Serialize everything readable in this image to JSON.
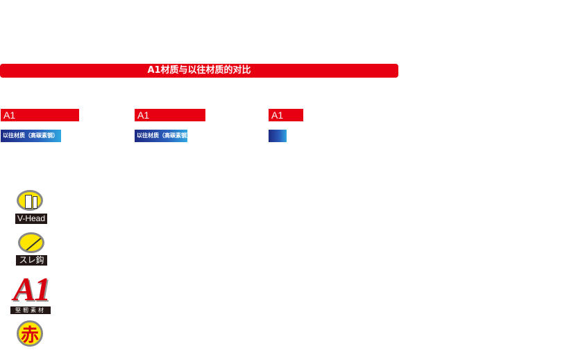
{
  "banner": {
    "title": "A1材质与以往材质的对比"
  },
  "comparisons": [
    {
      "a1_label": "A1",
      "old_label": "以往材质（高碳素钢）"
    },
    {
      "a1_label": "A1",
      "old_label": "以往材质（高碳素钢）"
    },
    {
      "a1_label": "A1",
      "old_label": ""
    }
  ],
  "icons": {
    "vhead_label": "V-Head",
    "sure_label": "スレ鈎",
    "a1_logo_text": "A1",
    "a1_logo_sub": "堅靭素材",
    "aka_char": "赤"
  },
  "colors": {
    "accent": "#e60012",
    "blue_start": "#1d2a84",
    "blue_end": "#2ea7e0"
  }
}
